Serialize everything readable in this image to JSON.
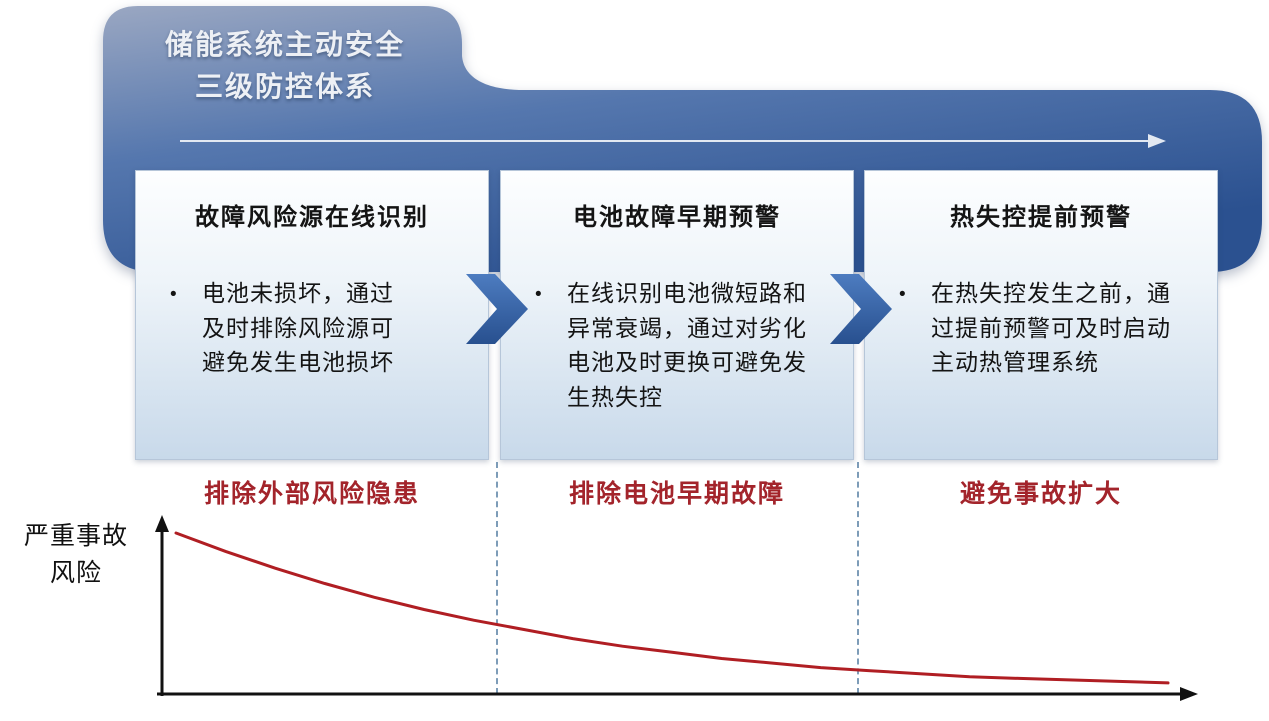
{
  "banner": {
    "title_line1": "储能系统主动安全",
    "title_line2": "三级防控体系"
  },
  "bullet_char": "•",
  "stages": [
    {
      "title": "故障风险源在线识别",
      "bullet": "电池未损坏，通过及时排除风险源可避免发生电池损坏",
      "footer": "排除外部风险隐患"
    },
    {
      "title": "电池故障早期预警",
      "bullet": "在线识别电池微短路和异常衰竭，通过对劣化电池及时更换可避免发生热失控",
      "footer": "排除电池早期故障"
    },
    {
      "title": "热失控提前预警",
      "bullet": "在热失控发生之前，通过提前预警可及时启动主动热管理系统",
      "footer": "避免事故扩大"
    }
  ],
  "chart": {
    "ylabel_line1": "严重事故",
    "ylabel_line2": "风险"
  },
  "colors": {
    "banner_blue_top": "#97a4c0",
    "banner_blue_bottom": "#2b5190",
    "box_fill_bottom": "#c8d9ea",
    "chevron_blue": "#3667ab",
    "accent_red_label": "#a3242b",
    "curve_red": "#b01e23",
    "dashed_line": "#7d9cb8",
    "axis_black": "#111111",
    "banner_arrow_white": "#e3e9f2"
  },
  "chart_data": {
    "type": "line",
    "title": "",
    "xlabel": "",
    "ylabel": "严重事故风险",
    "x_range": [
      0,
      1
    ],
    "y_range": [
      0,
      1
    ],
    "grid": false,
    "legend": false,
    "note": "Unlabeled axes; decreasing severe-accident risk across the three prevention stages (values normalized 0-1).",
    "series": [
      {
        "name": "严重事故风险",
        "color": "#b01e23",
        "x": [
          0.0,
          0.05,
          0.1,
          0.15,
          0.2,
          0.25,
          0.3,
          0.35,
          0.4,
          0.45,
          0.5,
          0.55,
          0.6,
          0.65,
          0.7,
          0.75,
          0.8,
          0.85,
          0.9,
          0.95,
          1.0
        ],
        "y": [
          1.0,
          0.88,
          0.77,
          0.67,
          0.58,
          0.5,
          0.43,
          0.37,
          0.31,
          0.26,
          0.22,
          0.18,
          0.15,
          0.12,
          0.1,
          0.08,
          0.06,
          0.05,
          0.04,
          0.03,
          0.02
        ]
      }
    ]
  }
}
